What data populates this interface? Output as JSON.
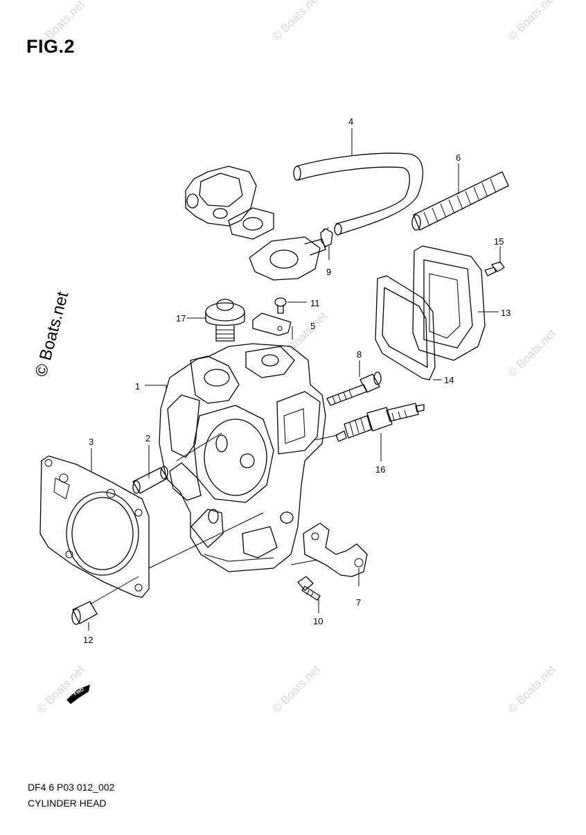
{
  "figure": {
    "title": "FIG.2",
    "code": "DF4 6 P03 012_002",
    "name": "CYLINDER HEAD"
  },
  "watermark": {
    "text": "© Boats.net",
    "side_text": "© Boats.net"
  },
  "fwd_label": "FWD",
  "callouts": [
    {
      "id": "callout-1",
      "label": "1"
    },
    {
      "id": "callout-2",
      "label": "2"
    },
    {
      "id": "callout-3",
      "label": "3"
    },
    {
      "id": "callout-4",
      "label": "4"
    },
    {
      "id": "callout-5",
      "label": "5"
    },
    {
      "id": "callout-6",
      "label": "6"
    },
    {
      "id": "callout-7",
      "label": "7"
    },
    {
      "id": "callout-8",
      "label": "8"
    },
    {
      "id": "callout-9",
      "label": "9"
    },
    {
      "id": "callout-10",
      "label": "10"
    },
    {
      "id": "callout-11",
      "label": "11"
    },
    {
      "id": "callout-12",
      "label": "12"
    },
    {
      "id": "callout-13",
      "label": "13"
    },
    {
      "id": "callout-14",
      "label": "14"
    },
    {
      "id": "callout-15",
      "label": "15"
    },
    {
      "id": "callout-16",
      "label": "16"
    },
    {
      "id": "callout-17",
      "label": "17"
    }
  ]
}
